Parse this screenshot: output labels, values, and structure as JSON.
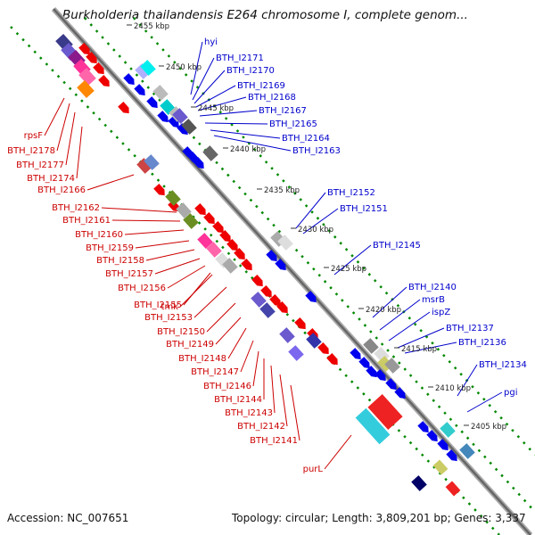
{
  "header": {
    "title": "Burkholderia thailandensis E264 chromosome I, complete genom..."
  },
  "footer": {
    "accession": "Accession: NC_007651",
    "summary": "Topology: circular; Length: 3,809,201 bp; Genes: 3,337"
  },
  "colors": {
    "forward_label": "#0000cc",
    "reverse_label": "#cc0000",
    "backbone": "#888888",
    "ruler": "#008800"
  },
  "ticks": [
    "2455 kbp",
    "2450 kbp",
    "2445 kbp",
    "2440 kbp",
    "2435 kbp",
    "2430 kbp",
    "2425 kbp",
    "2420 kbp",
    "2415 kbp",
    "2410 kbp",
    "2405 kbp"
  ],
  "forward_labels": [
    "hyi",
    "BTH_I2171",
    "BTH_I2170",
    "BTH_I2169",
    "BTH_I2168",
    "BTH_I2167",
    "BTH_I2165",
    "BTH_I2164",
    "BTH_I2163",
    "BTH_I2152",
    "BTH_I2151",
    "BTH_I2145",
    "BTH_I2140",
    "msrB",
    "ispZ",
    "BTH_I2137",
    "BTH_I2136",
    "BTH_I2134",
    "pgi"
  ],
  "reverse_labels": [
    "rpsF",
    "BTH_I2178",
    "BTH_I2177",
    "BTH_I2174",
    "BTH_I2166",
    "BTH_I2162",
    "BTH_I2161",
    "BTH_I2160",
    "BTH_I2159",
    "BTH_I2158",
    "BTH_I2157",
    "BTH_I2156",
    "BTH_I2155",
    "tmk",
    "BTH_I2153",
    "BTH_I2150",
    "BTH_I2149",
    "BTH_I2148",
    "BTH_I2147",
    "BTH_I2146",
    "BTH_I2144",
    "BTH_I2143",
    "BTH_I2142",
    "BTH_I2141",
    "purL"
  ]
}
